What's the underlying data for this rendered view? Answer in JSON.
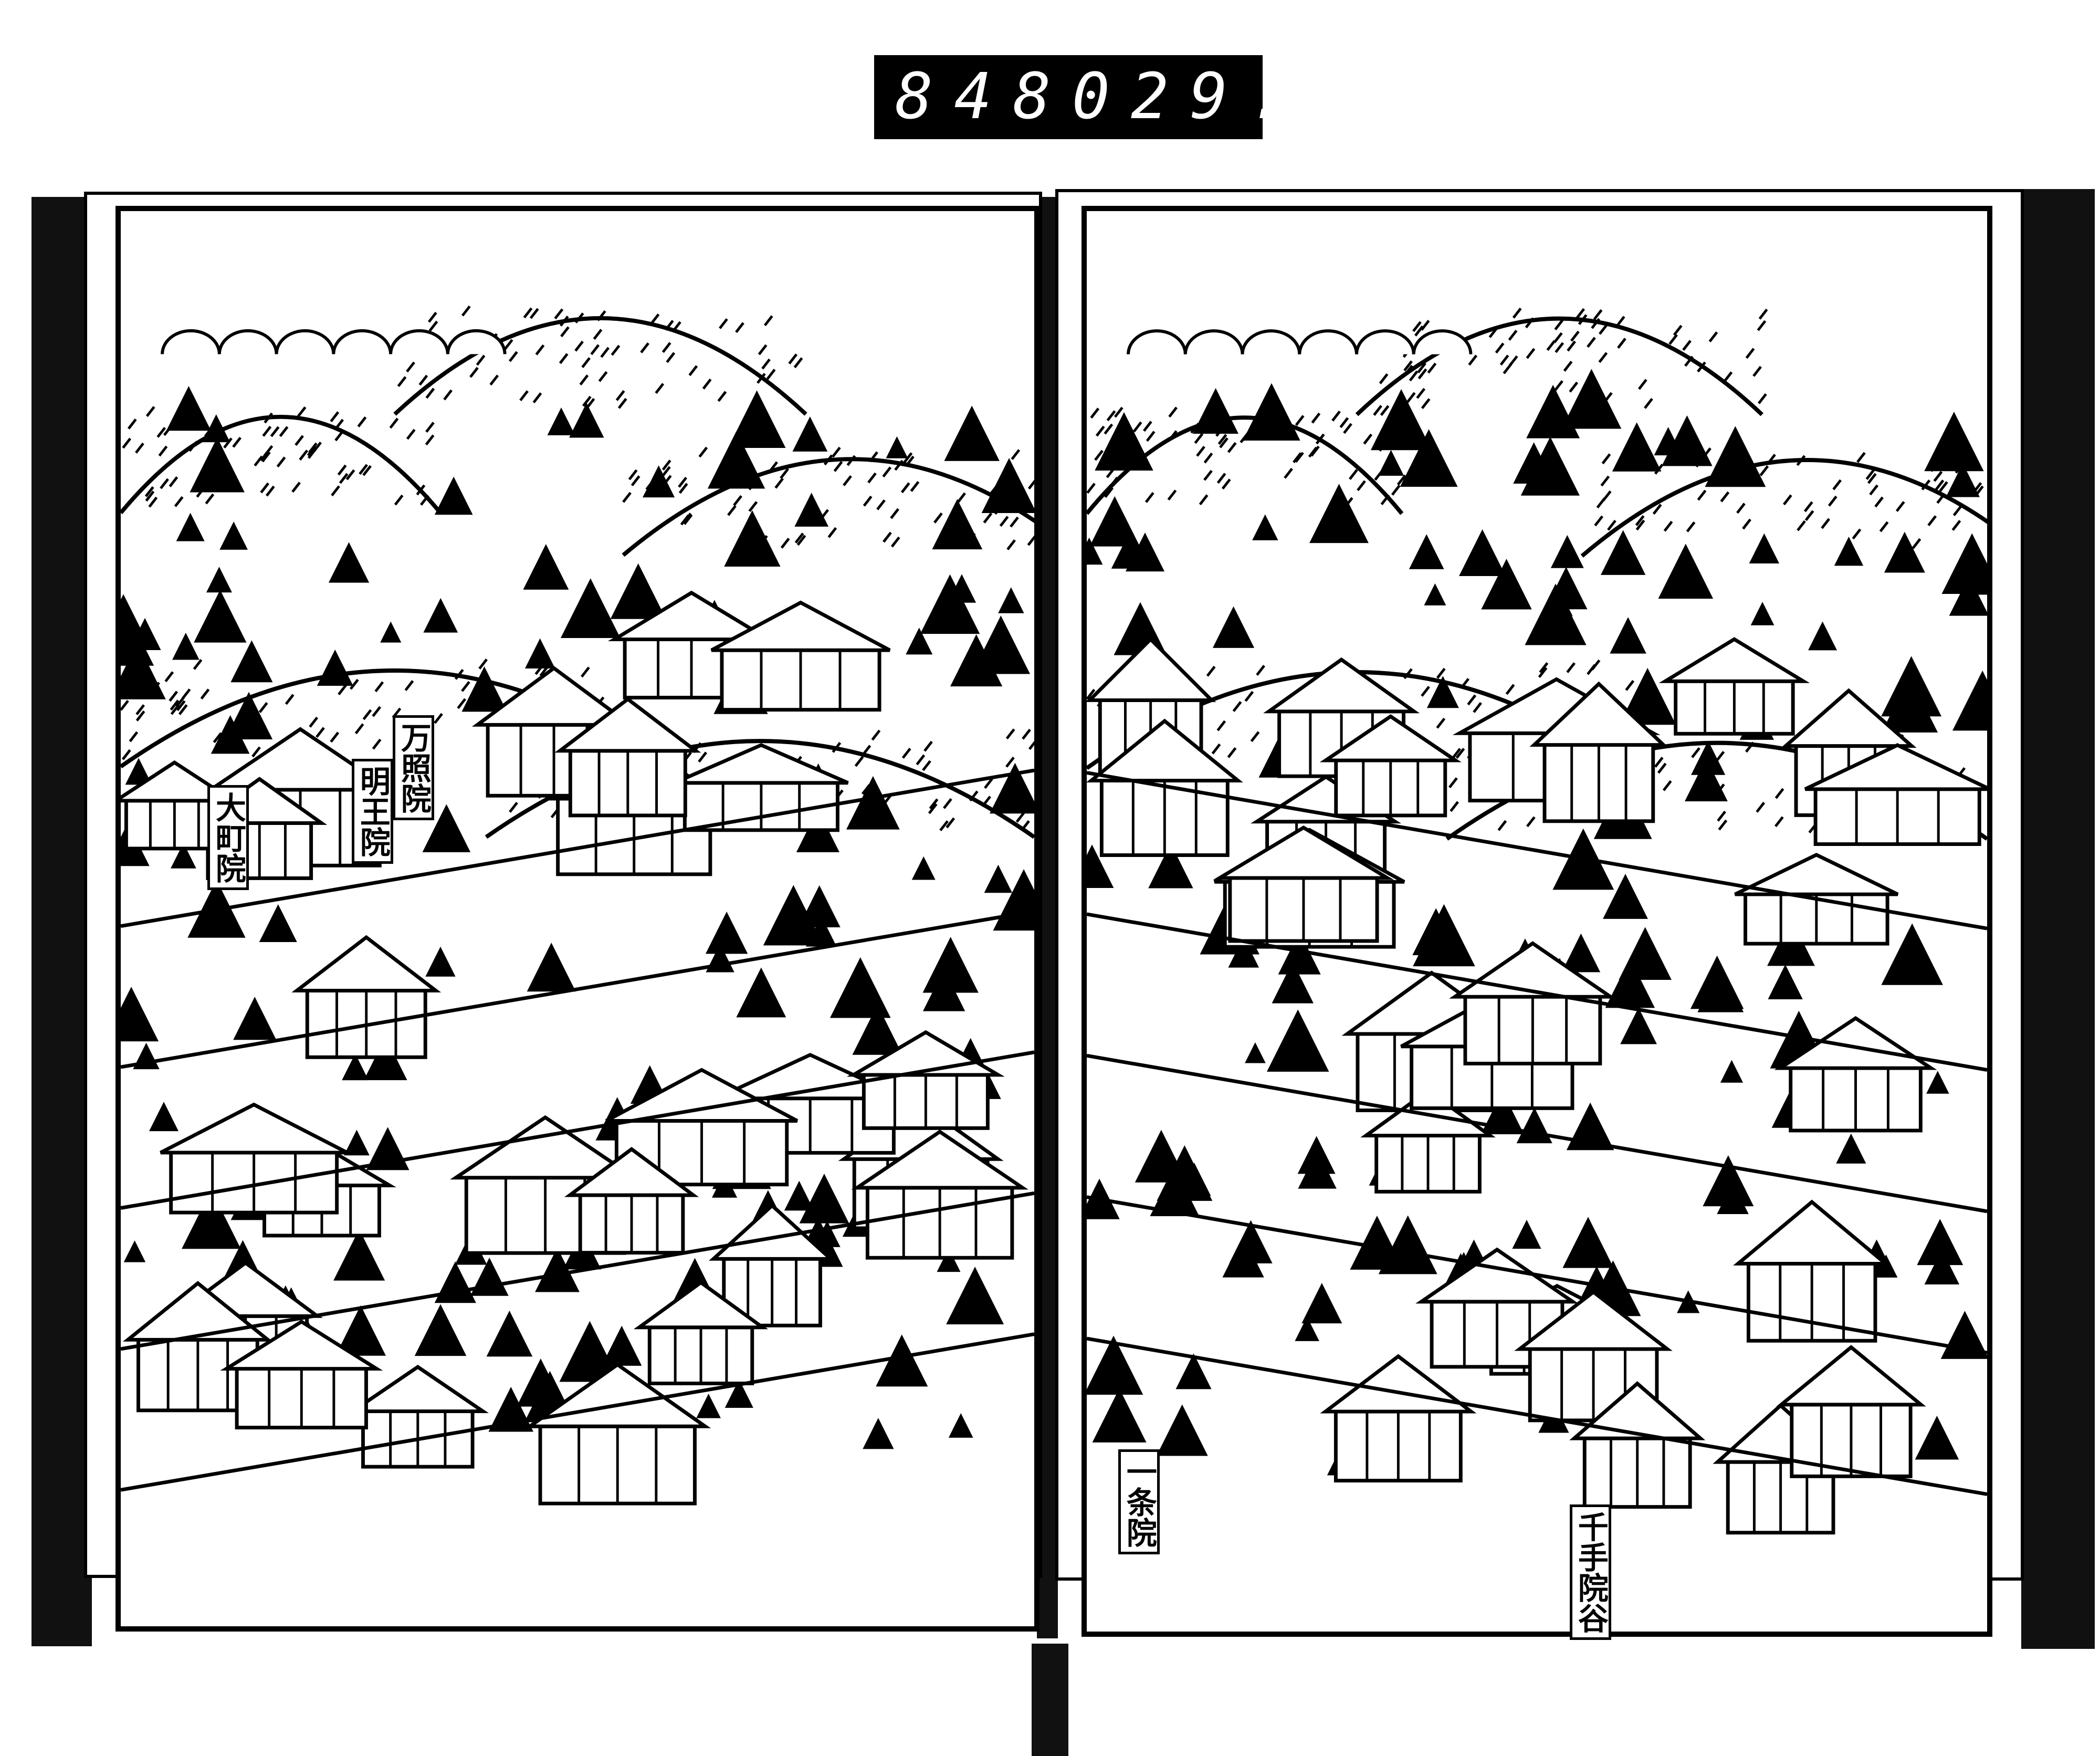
{
  "scan_counter": {
    "reel": "848",
    "frame": "029."
  },
  "map_labels": {
    "left": [
      "大町院",
      "明王院",
      "万照院"
    ],
    "right": [
      "一条院",
      "千手院谷"
    ]
  },
  "colors": {
    "ink": "#000000",
    "paper": "#ffffff"
  }
}
